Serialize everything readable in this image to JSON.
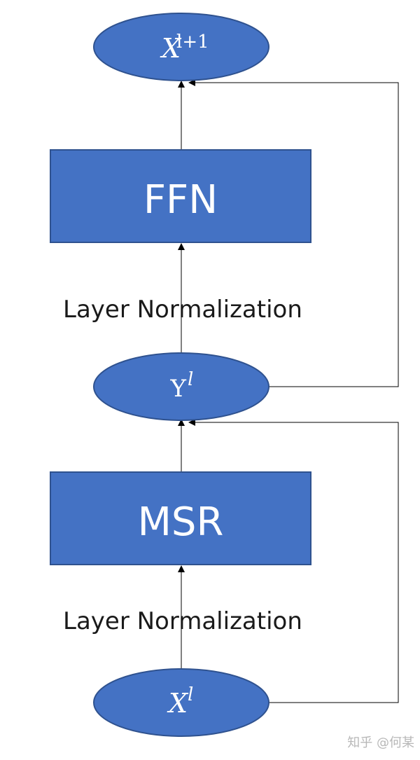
{
  "nodes": {
    "output": {
      "base": "X",
      "sup": "l+1"
    },
    "ffn": {
      "label": "FFN"
    },
    "middle": {
      "base": "Y",
      "sup": "l"
    },
    "msr": {
      "label": "MSR"
    },
    "input": {
      "base": "X",
      "sup": "l"
    }
  },
  "labels": {
    "layer_norm_top": "Layer Normalization",
    "layer_norm_bottom": "Layer Normalization"
  },
  "watermark": "知乎 @何某",
  "colors": {
    "shape_fill": "#4472C4",
    "shape_border": "#2F528F",
    "connector": "#000000",
    "node_text": "#FFFFFF"
  }
}
